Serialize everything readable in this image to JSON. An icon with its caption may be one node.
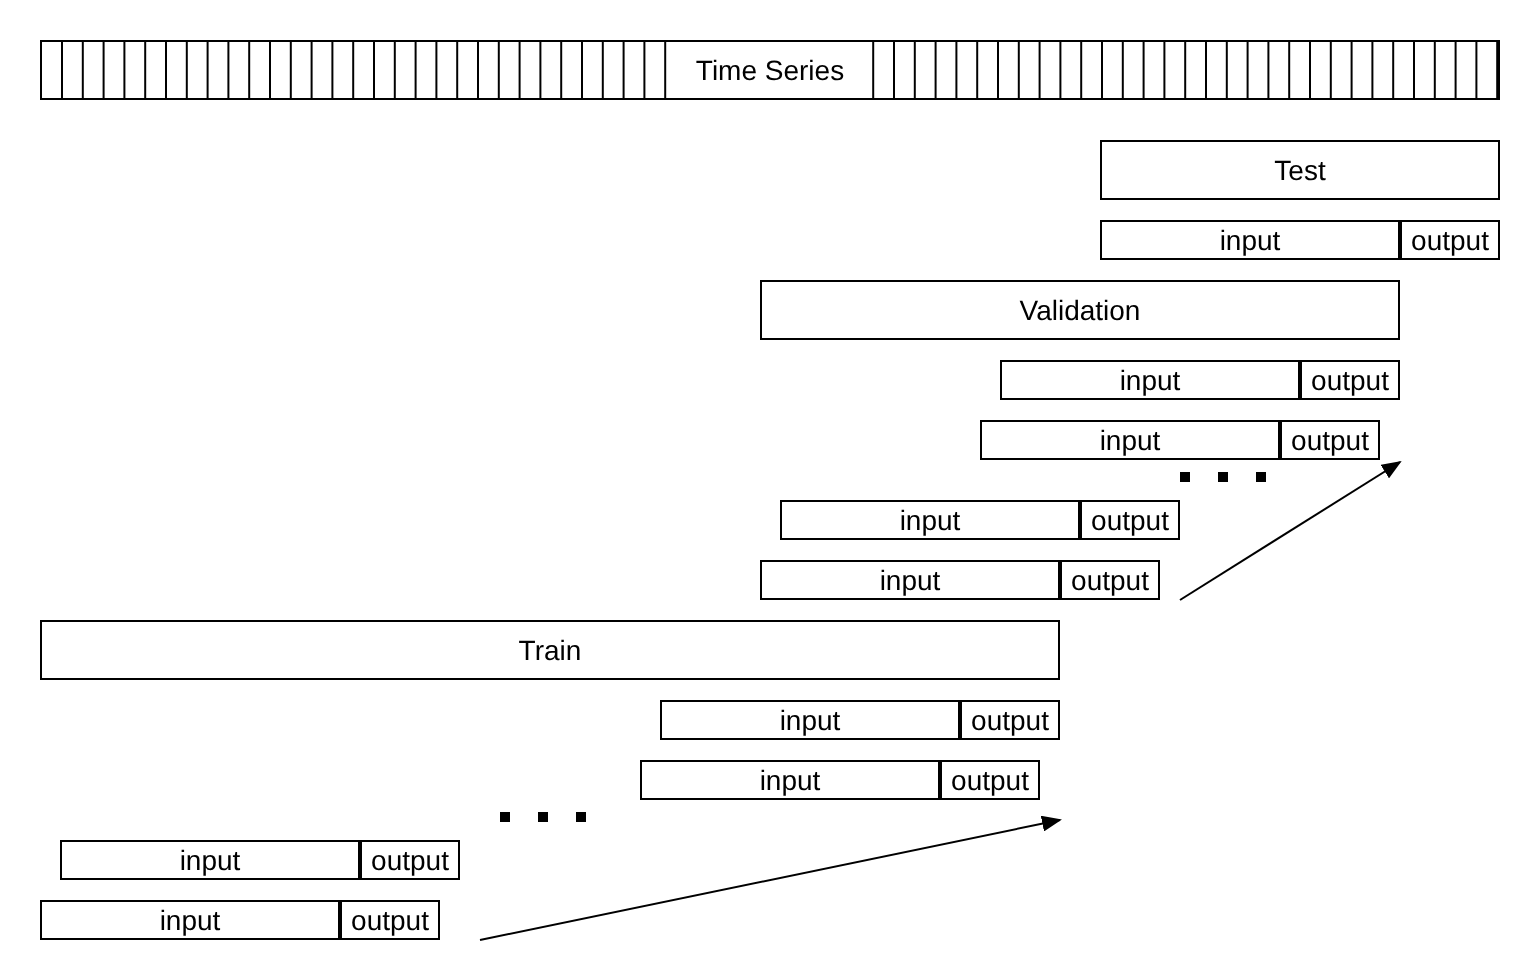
{
  "diagram": {
    "nodes": [
      {
        "text": [
          "Time Series"
        ]
      },
      {
        "text": [
          "Test"
        ]
      },
      {
        "text": [
          "input"
        ]
      },
      {
        "text": [
          "output"
        ]
      },
      {
        "text": [
          "Validation"
        ]
      },
      {
        "text": [
          "input"
        ]
      },
      {
        "text": [
          "output"
        ]
      },
      {
        "text": [
          "input"
        ]
      },
      {
        "text": [
          "output"
        ]
      },
      {
        "text": [
          "input"
        ]
      },
      {
        "text": [
          "output"
        ]
      },
      {
        "text": [
          "input"
        ]
      },
      {
        "text": [
          "output"
        ]
      },
      {
        "text": [
          "Train"
        ]
      },
      {
        "text": [
          "input"
        ]
      },
      {
        "text": [
          "output"
        ]
      },
      {
        "text": [
          "input"
        ]
      },
      {
        "text": [
          "output"
        ]
      },
      {
        "text": [
          "input"
        ]
      },
      {
        "text": [
          "output"
        ]
      },
      {
        "text": [
          "input"
        ]
      },
      {
        "text": [
          "output"
        ]
      }
    ]
  }
}
